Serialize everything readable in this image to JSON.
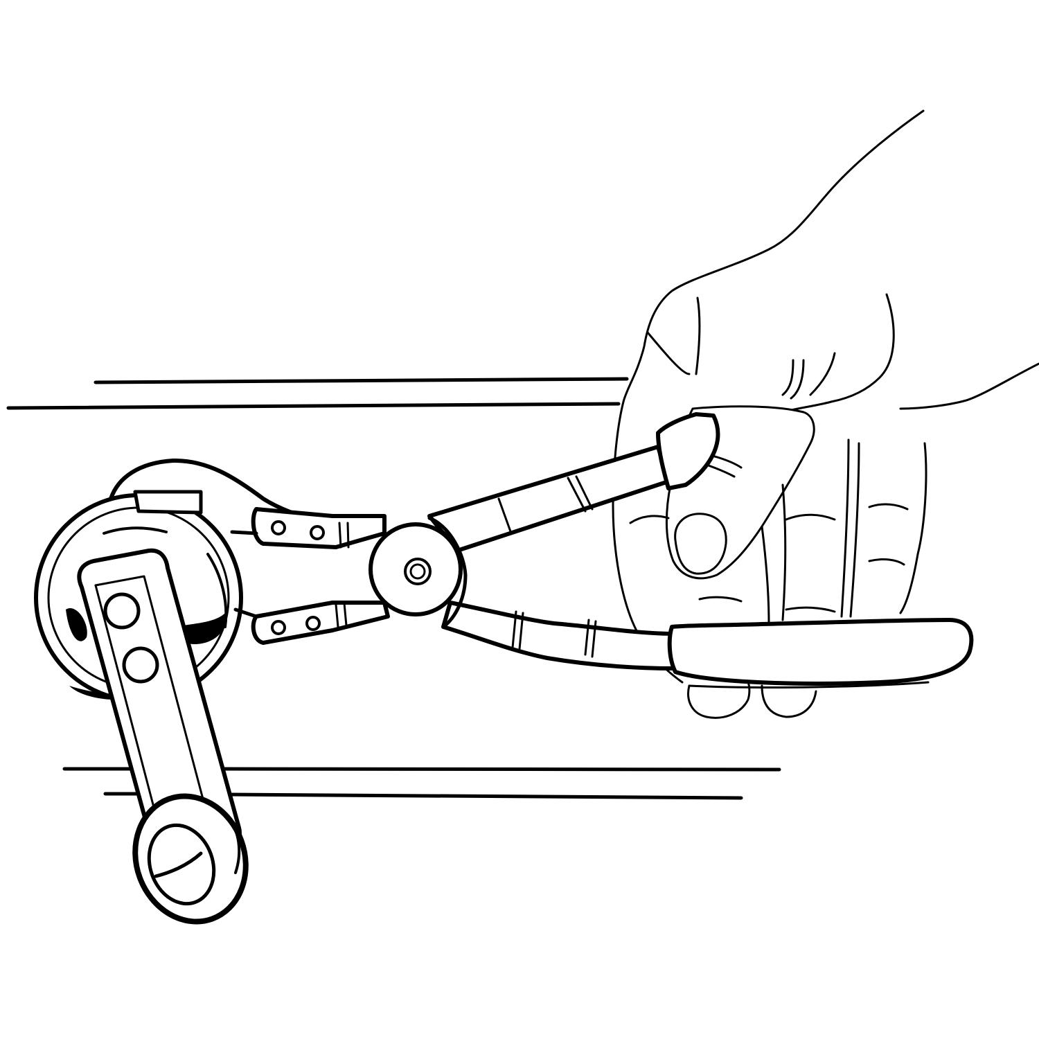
{
  "illustration": {
    "subject": "Hand using a window crank handle removal tool on a car door",
    "style": "black line art on white",
    "colors": {
      "ink": "#000000",
      "background": "#ffffff"
    },
    "elements": [
      "door-trim-lines-upper",
      "door-trim-lines-lower",
      "window-crank-escutcheon",
      "window-crank-handle",
      "crank-knob",
      "removal-tool-jaws",
      "removal-tool-pivot",
      "removal-tool-upper-handle",
      "removal-tool-lower-handle-grip",
      "hand"
    ]
  }
}
